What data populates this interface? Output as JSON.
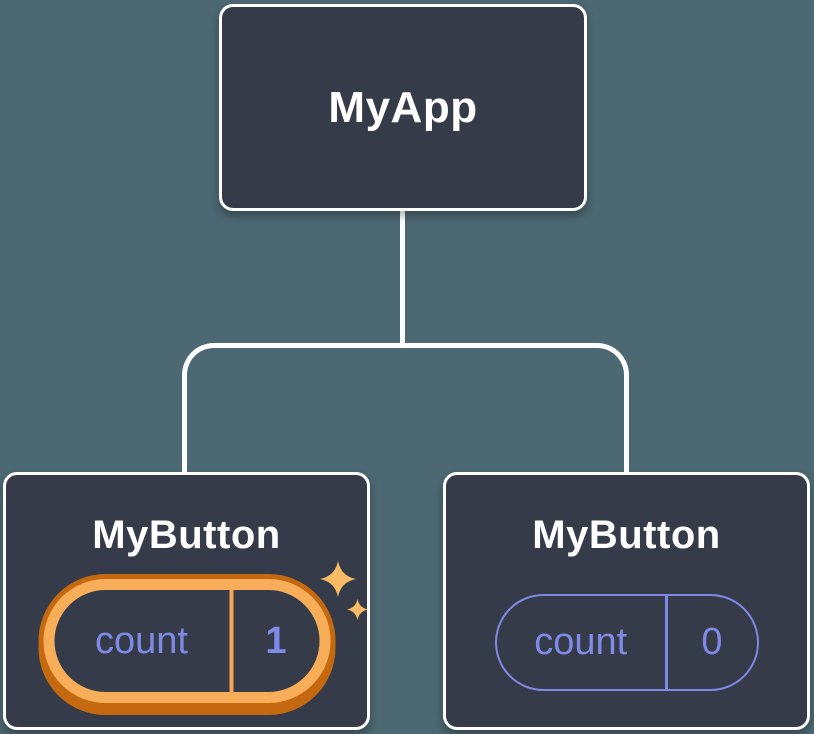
{
  "diagram": {
    "description": "React component tree with state",
    "tree": {
      "root": {
        "label": "MyApp"
      },
      "children": [
        {
          "label": "MyButton",
          "state": {
            "name": "count",
            "value": "1"
          },
          "highlighted": true
        },
        {
          "label": "MyButton",
          "state": {
            "name": "count",
            "value": "0"
          },
          "highlighted": false
        }
      ]
    }
  },
  "colors": {
    "bg": "#4C6872",
    "box": "#353B48",
    "line": "#FFFFFF",
    "purple": "#7E8AE6",
    "orange-light": "#F8AD58",
    "orange-dark": "#C4690F",
    "orange-divider": "#F6A44F",
    "sparkle": "#F9BC64"
  }
}
